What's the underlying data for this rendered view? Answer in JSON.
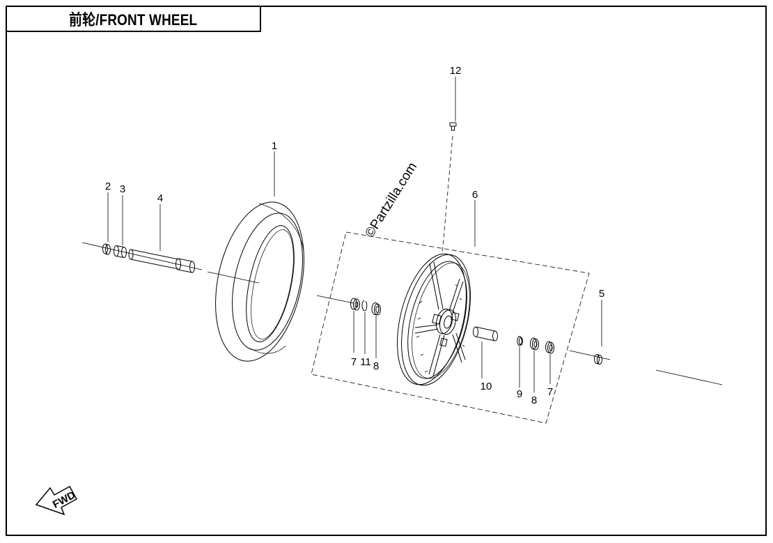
{
  "title": "前轮/FRONT WHEEL",
  "watermark": "©Partzilla.com",
  "fwd_label": "FWD",
  "callouts": {
    "c1": "1",
    "c2": "2",
    "c3": "3",
    "c4": "4",
    "c5": "5",
    "c6": "6",
    "c7a": "7",
    "c11": "11",
    "c8a": "8",
    "c10": "10",
    "c9": "9",
    "c8b": "8",
    "c7b": "7",
    "c12": "12"
  },
  "colors": {
    "ink": "#000000",
    "paper": "#ffffff"
  }
}
